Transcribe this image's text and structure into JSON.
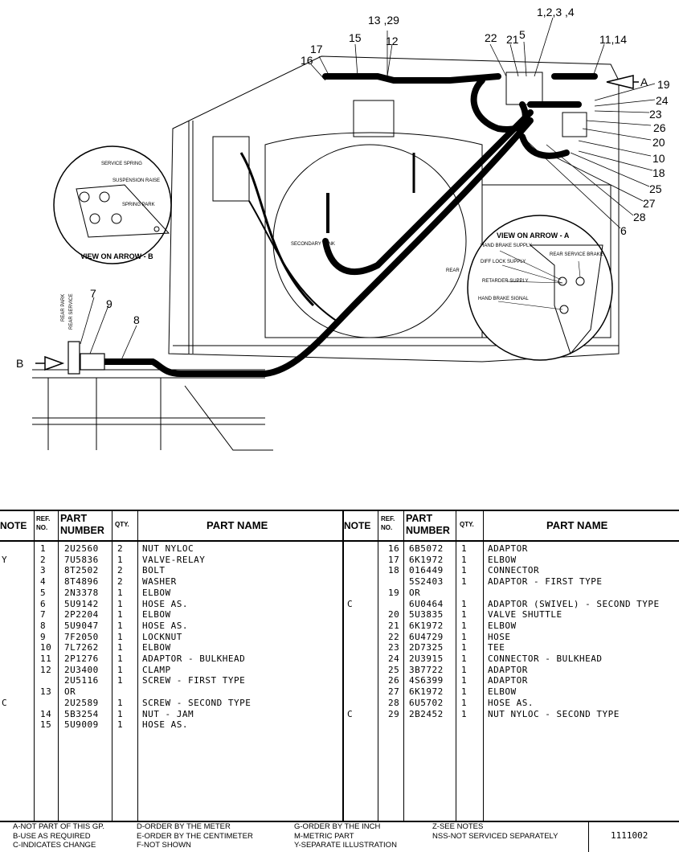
{
  "diagram": {
    "callouts": {
      "c1234": "1,2,3 ,4",
      "c1329": "13 ,29",
      "c12": "12",
      "c15": "15",
      "c16": "16",
      "c17": "17",
      "c22": "22",
      "c21": "21",
      "c5": "5",
      "c1114": "11,14",
      "cA": "A",
      "c19": "19",
      "c24": "24",
      "c23": "23",
      "c26": "26",
      "c20": "20",
      "c10": "10",
      "c18": "18",
      "c25": "25",
      "c27": "27",
      "c28": "28",
      "c6": "6",
      "c7": "7",
      "c9": "9",
      "c8": "8",
      "cB": "B"
    },
    "view_b": {
      "title": "VIEW ON ARROW - B",
      "labels": [
        "SERVICE SPRING",
        "SUSPENSION RAISE",
        "SPRING PARK"
      ]
    },
    "view_a": {
      "title": "VIEW ON ARROW - A",
      "labels": [
        "HAND BRAKE SUPPLY",
        "REAR SERVICE BRAKE",
        "DIFF LOCK SUPPLY",
        "RETARDER SUPPLY",
        "HAND BRAKE SIGNAL"
      ]
    },
    "tank_labels": [
      "SECONDARY TANK",
      "REAR"
    ],
    "side_labels": [
      "REAR PARK",
      "REAR SERVICE"
    ]
  },
  "table": {
    "headers": {
      "note": "NOTE",
      "ref_no": "REF. NO.",
      "part_number": "PART NUMBER",
      "qty": "QTY.",
      "part_name": "PART NAME"
    },
    "left": [
      {
        "note": "",
        "ref": "1",
        "pn": "2U2560",
        "qty": "2",
        "name": "NUT NYLOC"
      },
      {
        "note": "Y",
        "ref": "2",
        "pn": "7U5836",
        "qty": "1",
        "name": "VALVE-RELAY"
      },
      {
        "note": "",
        "ref": "3",
        "pn": "8T2502",
        "qty": "2",
        "name": "BOLT"
      },
      {
        "note": "",
        "ref": "4",
        "pn": "8T4896",
        "qty": "2",
        "name": "WASHER"
      },
      {
        "note": "",
        "ref": "5",
        "pn": "2N3378",
        "qty": "1",
        "name": "ELBOW"
      },
      {
        "note": "",
        "ref": "6",
        "pn": "5U9142",
        "qty": "1",
        "name": "HOSE AS."
      },
      {
        "note": "",
        "ref": "7",
        "pn": "2P2204",
        "qty": "1",
        "name": "ELBOW"
      },
      {
        "note": "",
        "ref": "8",
        "pn": "5U9047",
        "qty": "1",
        "name": "HOSE AS."
      },
      {
        "note": "",
        "ref": "9",
        "pn": "7F2050",
        "qty": "1",
        "name": "LOCKNUT"
      },
      {
        "note": "",
        "ref": "10",
        "pn": "7L7262",
        "qty": "1",
        "name": "ELBOW"
      },
      {
        "note": "",
        "ref": "11",
        "pn": "2P1276",
        "qty": "1",
        "name": "ADAPTOR - BULKHEAD"
      },
      {
        "note": "",
        "ref": "12",
        "pn": "2U3400",
        "qty": "1",
        "name": "CLAMP"
      },
      {
        "note": "",
        "ref": "",
        "pn": "2U5116",
        "qty": "1",
        "name": "SCREW - FIRST TYPE"
      },
      {
        "note": "",
        "ref": "13",
        "pn": "OR",
        "qty": "",
        "name": ""
      },
      {
        "note": "C",
        "ref": "",
        "pn": "2U2589",
        "qty": "1",
        "name": "SCREW - SECOND TYPE"
      },
      {
        "note": "",
        "ref": "14",
        "pn": "5B3254",
        "qty": "1",
        "name": "NUT - JAM"
      },
      {
        "note": "",
        "ref": "15",
        "pn": "5U9009",
        "qty": "1",
        "name": "HOSE AS."
      }
    ],
    "right": [
      {
        "note": "",
        "ref": "16",
        "pn": "6B5072",
        "qty": "1",
        "name": "ADAPTOR"
      },
      {
        "note": "",
        "ref": "17",
        "pn": "6K1972",
        "qty": "1",
        "name": "ELBOW"
      },
      {
        "note": "",
        "ref": "18",
        "pn": "016449",
        "qty": "1",
        "name": "CONNECTOR"
      },
      {
        "note": "",
        "ref": "",
        "pn": "5S2403",
        "qty": "1",
        "name": "ADAPTOR - FIRST TYPE"
      },
      {
        "note": "",
        "ref": "19",
        "pn": "OR",
        "qty": "",
        "name": ""
      },
      {
        "note": "C",
        "ref": "",
        "pn": "6U0464",
        "qty": "1",
        "name": "ADAPTOR (SWIVEL) - SECOND TYPE"
      },
      {
        "note": "",
        "ref": "20",
        "pn": "5U3835",
        "qty": "1",
        "name": "VALVE SHUTTLE"
      },
      {
        "note": "",
        "ref": "21",
        "pn": "6K1972",
        "qty": "1",
        "name": "ELBOW"
      },
      {
        "note": "",
        "ref": "22",
        "pn": "6U4729",
        "qty": "1",
        "name": "HOSE"
      },
      {
        "note": "",
        "ref": "23",
        "pn": "2D7325",
        "qty": "1",
        "name": "TEE"
      },
      {
        "note": "",
        "ref": "24",
        "pn": "2U3915",
        "qty": "1",
        "name": "CONNECTOR - BULKHEAD"
      },
      {
        "note": "",
        "ref": "25",
        "pn": "3B7722",
        "qty": "1",
        "name": "ADAPTOR"
      },
      {
        "note": "",
        "ref": "26",
        "pn": "4S6399",
        "qty": "1",
        "name": "ADAPTOR"
      },
      {
        "note": "",
        "ref": "27",
        "pn": "6K1972",
        "qty": "1",
        "name": "ELBOW"
      },
      {
        "note": "",
        "ref": "28",
        "pn": "6U5702",
        "qty": "1",
        "name": "HOSE AS."
      },
      {
        "note": "C",
        "ref": "29",
        "pn": "2B2452",
        "qty": "1",
        "name": "NUT NYLOC - SECOND TYPE"
      }
    ]
  },
  "legend": {
    "col1": [
      "A-NOT PART OF THIS GP.",
      "B-USE AS REQUIRED",
      "C-INDICATES CHANGE"
    ],
    "col2": [
      "D-ORDER BY THE METER",
      "E-ORDER BY THE CENTIMETER",
      "F-NOT SHOWN"
    ],
    "col3": [
      "G-ORDER BY THE INCH",
      "M-METRIC PART",
      "Y-SEPARATE ILLUSTRATION"
    ],
    "col4": [
      "Z-SEE NOTES",
      "NSS-NOT SERVICED SEPARATELY"
    ],
    "doc_number": "1111002"
  }
}
